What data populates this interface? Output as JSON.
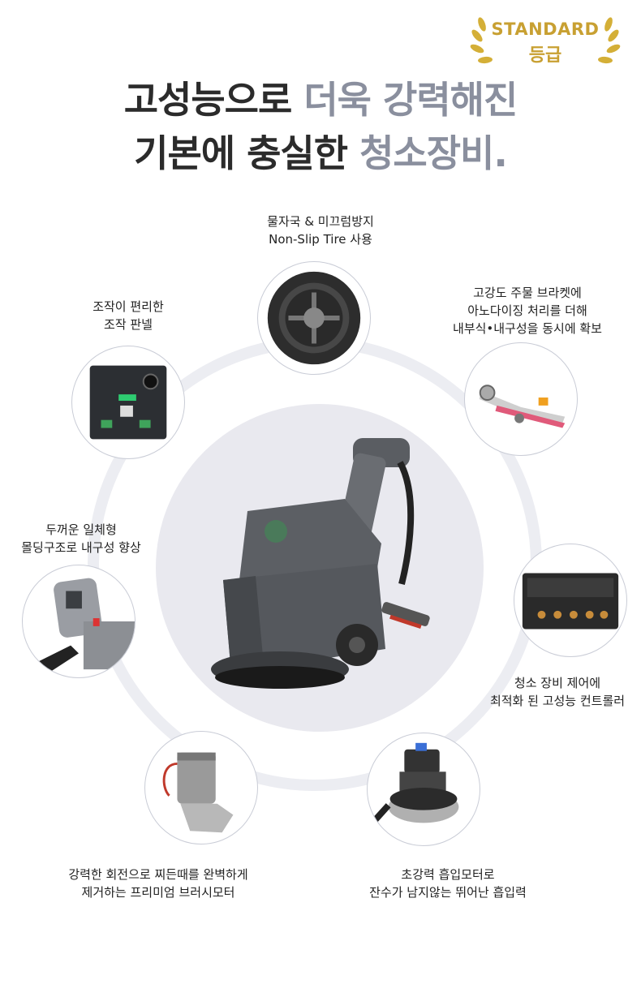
{
  "badge": {
    "line1": "STANDARD",
    "line2": "등급"
  },
  "headline": {
    "line1_dark": "고성능으로 ",
    "line1_grey": "더욱 강력해진",
    "line2_dark": "기본에 충실한 ",
    "line2_grey": "청소장비."
  },
  "features": {
    "tire": {
      "line1": "물자국 & 미끄럼방지",
      "line2": "Non-Slip Tire 사용",
      "icon": "tire-icon"
    },
    "panel": {
      "line1": "조작이 편리한",
      "line2": "조작 판넬",
      "icon": "control-panel-icon"
    },
    "bracket": {
      "line1": "고강도 주물 브라켓에",
      "line2": "아노다이징 처리를 더해",
      "line3": "내부식•내구성을 동시에 확보",
      "icon": "bracket-icon"
    },
    "body": {
      "line1": "두꺼운 일체형",
      "line2": "몰딩구조로 내구성 향상",
      "icon": "molded-body-icon"
    },
    "controller": {
      "line1": "청소 장비 제어에",
      "line2": "최적화 된 고성능 컨트롤러",
      "icon": "controller-icon"
    },
    "brush_motor": {
      "line1": "강력한 회전으로 찌든때를 완벽하게",
      "line2": "제거하는 프리미엄 브러시모터",
      "icon": "brush-motor-icon"
    },
    "suction_motor": {
      "line1": "초강력 흡입모터로",
      "line2": "잔수가 남지않는 뛰어난 흡입력",
      "icon": "suction-motor-icon"
    }
  },
  "colors": {
    "gold": "#c8a032",
    "headline_dark": "#2b2b2b",
    "headline_grey": "#8a8f9e",
    "ring": "#ecedf2"
  }
}
